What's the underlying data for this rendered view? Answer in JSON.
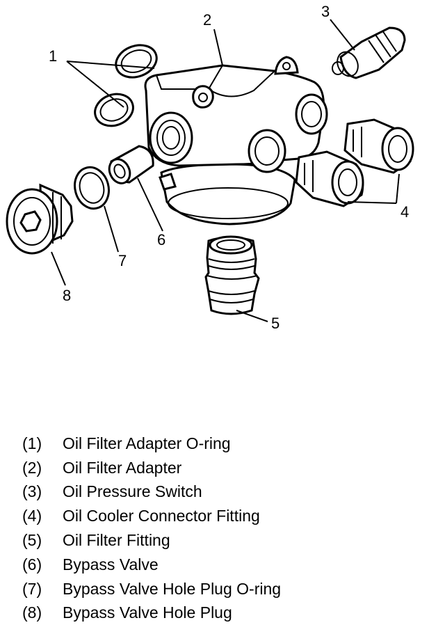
{
  "callouts": [
    {
      "id": "1",
      "label": "1"
    },
    {
      "id": "2",
      "label": "2"
    },
    {
      "id": "3",
      "label": "3"
    },
    {
      "id": "4",
      "label": "4"
    },
    {
      "id": "5",
      "label": "5"
    },
    {
      "id": "6",
      "label": "6"
    },
    {
      "id": "7",
      "label": "7"
    },
    {
      "id": "8",
      "label": "8"
    }
  ],
  "legend": [
    {
      "num": "(1)",
      "text": "Oil Filter Adapter O-ring"
    },
    {
      "num": "(2)",
      "text": "Oil Filter Adapter"
    },
    {
      "num": "(3)",
      "text": "Oil Pressure Switch"
    },
    {
      "num": "(4)",
      "text": "Oil Cooler Connector Fitting"
    },
    {
      "num": "(5)",
      "text": "Oil Filter Fitting"
    },
    {
      "num": "(6)",
      "text": "Bypass Valve"
    },
    {
      "num": "(7)",
      "text": "Bypass Valve Hole Plug O-ring"
    },
    {
      "num": "(8)",
      "text": "Bypass Valve Hole Plug"
    }
  ]
}
